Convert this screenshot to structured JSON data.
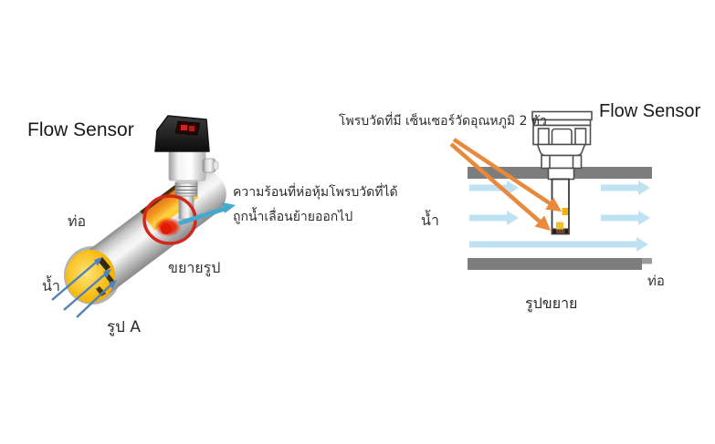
{
  "figure_a": {
    "title": "Flow Sensor",
    "pipe_label": "ท่อ",
    "water_label": "น้ำ",
    "zoom_callout": "ขยายรูป",
    "caption": "รูป A",
    "annotation": {
      "line1": "ความร้อนที่ห่อหุ้มโพรบวัดที่ได้",
      "line2": "ถูกน้ำเลื่อนย้ายออกไป"
    }
  },
  "figure_zoom": {
    "title": "Flow Sensor",
    "probe_note": "โพรบวัดที่มี เซ็นเซอร์วัดอุณหภูมิ 2 ตัว",
    "water_label": "น้ำ",
    "pipe_label": "ท่อ",
    "caption": "รูปขยาย"
  },
  "colors": {
    "highlight_circle": "#d4261a",
    "zoom_arrow_cyan": "#44a9cc",
    "pointer_orange": "#e8893c",
    "water_arrow_blue": "#4f81bd",
    "flow_arrow_light_blue": "#bfe2f2",
    "pipe_wall_gray": "#7d7d7d",
    "heat_orange": "#f08a1e",
    "heat_yellow": "#ffd23f",
    "hotspot_red": "#e01900"
  }
}
